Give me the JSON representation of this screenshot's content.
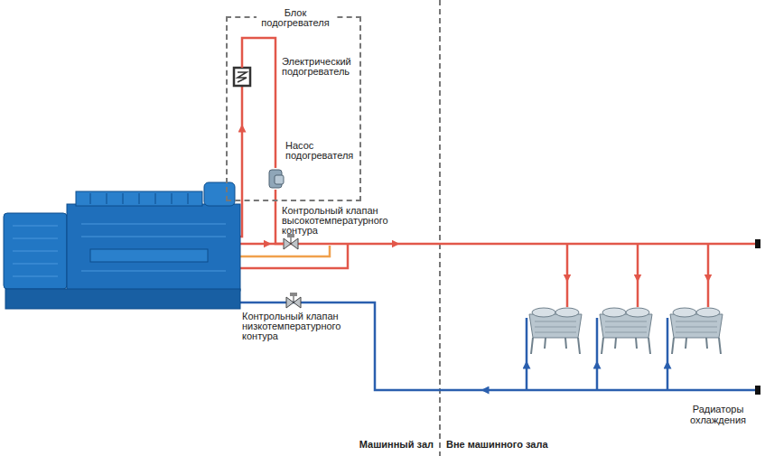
{
  "diagram": {
    "nodes": [
      {
        "text": [
          "Блок подогревателя"
        ]
      },
      {
        "text": [
          "Электрический подогреватель"
        ],
        "in": 0
      },
      {
        "text": [
          "Насос подогревателя"
        ],
        "in": 0
      },
      {
        "text": [
          "Контрольный клапан высокотемпературного контура"
        ]
      },
      {
        "text": [
          "Контрольный клапан низкотемпературного контура"
        ]
      }
    ],
    "edges": [
      {
        "from": 1,
        "to": 2,
        "arrow": "none"
      },
      {
        "from": 2,
        "to": 3,
        "arrow": "none"
      }
    ],
    "labels": [
      "Машинный зал",
      "Вне машинного зала",
      "Радиаторы охлаждения"
    ]
  }
}
